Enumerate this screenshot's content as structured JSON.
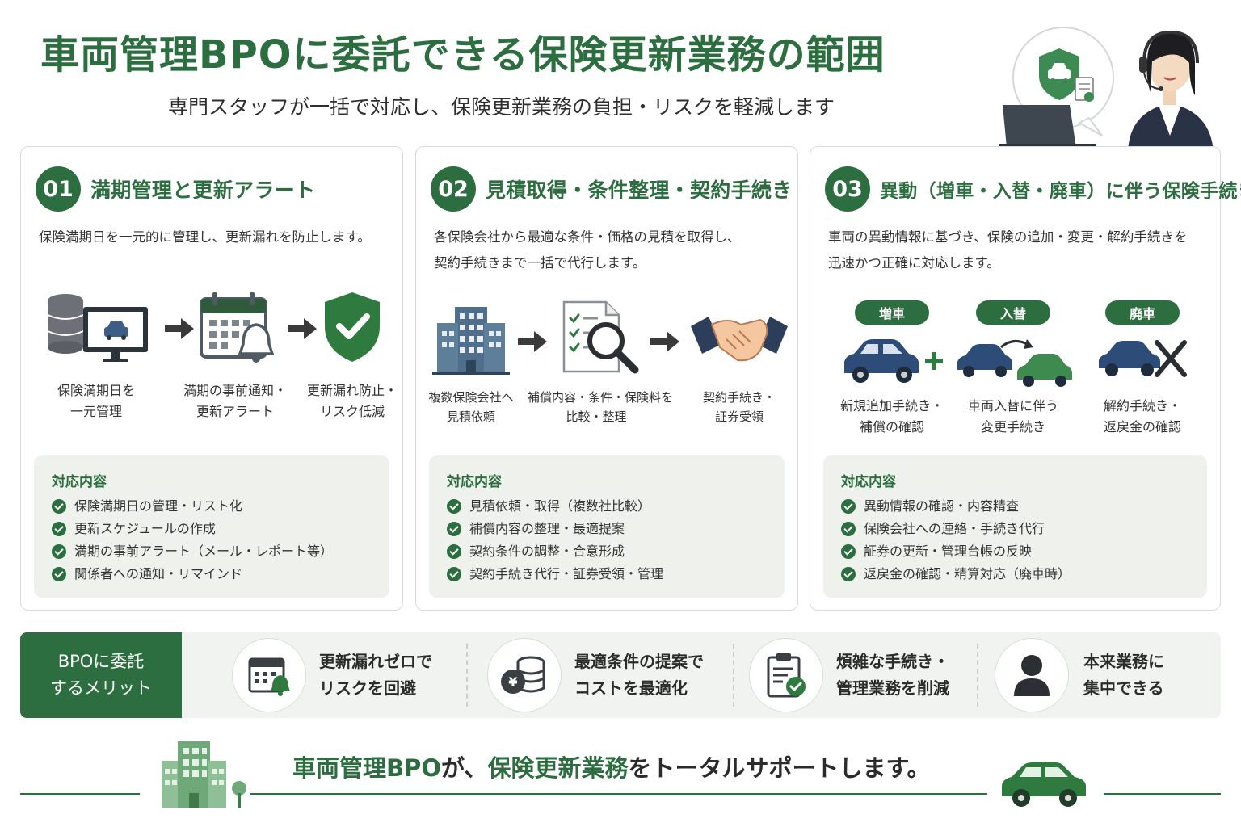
{
  "header": {
    "title": "車両管理BPOに委託できる保険更新業務の範囲",
    "subtitle": "専門スタッフが一括で対応し、保険更新業務の負担・リスクを軽減します"
  },
  "cards": [
    {
      "num": "01",
      "title": "満期管理と更新アラート",
      "desc": [
        "保険満期日を一元的に管理し、更新漏れを防止します。"
      ],
      "flow": [
        {
          "icon": "database-monitor-icon",
          "label": [
            "保険満期日を",
            "一元管理"
          ]
        },
        {
          "icon": "calendar-bell-icon",
          "label": [
            "満期の事前通知・",
            "更新アラート"
          ]
        },
        {
          "icon": "shield-check-icon",
          "label": [
            "更新漏れ防止・",
            "リスク低減"
          ]
        }
      ],
      "resp_title": "対応内容",
      "items": [
        "保険満期日の管理・リスト化",
        "更新スケジュールの作成",
        "満期の事前アラート（メール・レポート等）",
        "関係者への通知・リマインド"
      ]
    },
    {
      "num": "02",
      "title": "見積取得・条件整理・契約手続き",
      "desc": [
        "各保険会社から最適な条件・価格の見積を取得し、",
        "契約手続きまで一括で代行します。"
      ],
      "flow": [
        {
          "icon": "building-icon",
          "label": [
            "複数保険会社へ",
            "見積依頼"
          ]
        },
        {
          "icon": "checklist-magnifier-icon",
          "label": [
            "補償内容・条件・保険料を",
            "比較・整理"
          ]
        },
        {
          "icon": "handshake-icon",
          "label": [
            "契約手続き・",
            "証券受領"
          ]
        }
      ],
      "resp_title": "対応内容",
      "items": [
        "見積依頼・取得（複数社比較）",
        "補償内容の整理・最適提案",
        "契約条件の調整・合意形成",
        "契約手続き代行・証券受領・管理"
      ]
    },
    {
      "num": "03",
      "title": "異動（増車・入替・廃車）に伴う保険手続き",
      "desc": [
        "車両の異動情報に基づき、保険の追加・変更・解約手続きを",
        "迅速かつ正確に対応します。"
      ],
      "flow": [
        {
          "pill": "増車",
          "icon": "car-plus-icon",
          "label": [
            "新規追加手続き・",
            "補償の確認"
          ]
        },
        {
          "pill": "入替",
          "icon": "car-swap-icon",
          "label": [
            "車両入替に伴う",
            "変更手続き"
          ]
        },
        {
          "pill": "廃車",
          "icon": "car-cross-icon",
          "label": [
            "解約手続き・",
            "返戻金の確認"
          ]
        }
      ],
      "resp_title": "対応内容",
      "items": [
        "異動情報の確認・内容精査",
        "保険会社への連絡・手続き代行",
        "証券の更新・管理台帳の反映",
        "返戻金の確認・精算対応（廃車時）"
      ]
    }
  ],
  "merit": {
    "label": [
      "BPOに委託",
      "するメリット"
    ],
    "items": [
      {
        "icon": "calendar-bell-icon",
        "text": [
          "更新漏れゼロで",
          "リスクを回避"
        ]
      },
      {
        "icon": "coins-yen-icon",
        "text": [
          "最適条件の提案で",
          "コストを最適化"
        ]
      },
      {
        "icon": "clipboard-check-icon",
        "text": [
          "煩雑な手続き・",
          "管理業務を削減"
        ]
      },
      {
        "icon": "person-icon",
        "text": [
          "本来業務に",
          "集中できる"
        ]
      }
    ]
  },
  "footer": {
    "part1": "車両管理BPO",
    "part2": "が、",
    "part3": "保険更新業務",
    "part4": "をトータルサポートします。"
  },
  "colors": {
    "accent": "#2c6e3f",
    "panel": "#eef1ec",
    "steel": "#4f6f8c"
  }
}
